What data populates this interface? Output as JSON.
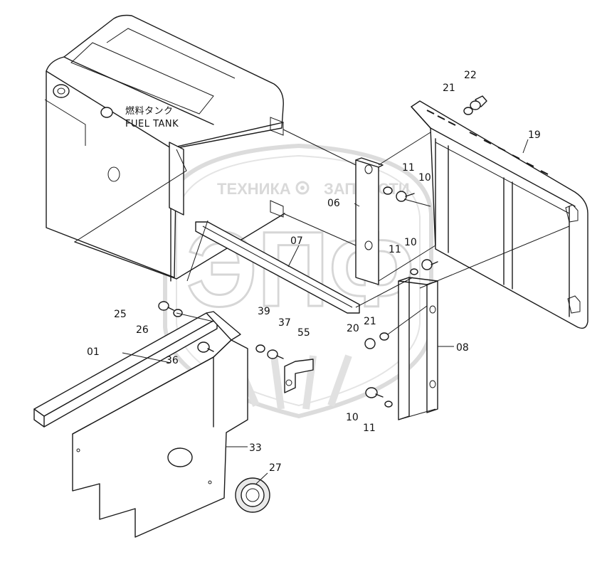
{
  "tank_label": {
    "japanese": "燃料タンク",
    "english": "FUEL TANK"
  },
  "watermark": {
    "left_word": "ТЕХНИКА",
    "right_word": "ЗАПЧАСТИ",
    "monogram": "ЭПФ",
    "color": "#d0d0d0"
  },
  "part_numbers": [
    "22",
    "21",
    "19",
    "11",
    "10",
    "06",
    "07",
    "11",
    "10",
    "25",
    "26",
    "39",
    "37",
    "55",
    "20",
    "21",
    "08",
    "01",
    "36",
    "10",
    "11",
    "33",
    "27"
  ]
}
